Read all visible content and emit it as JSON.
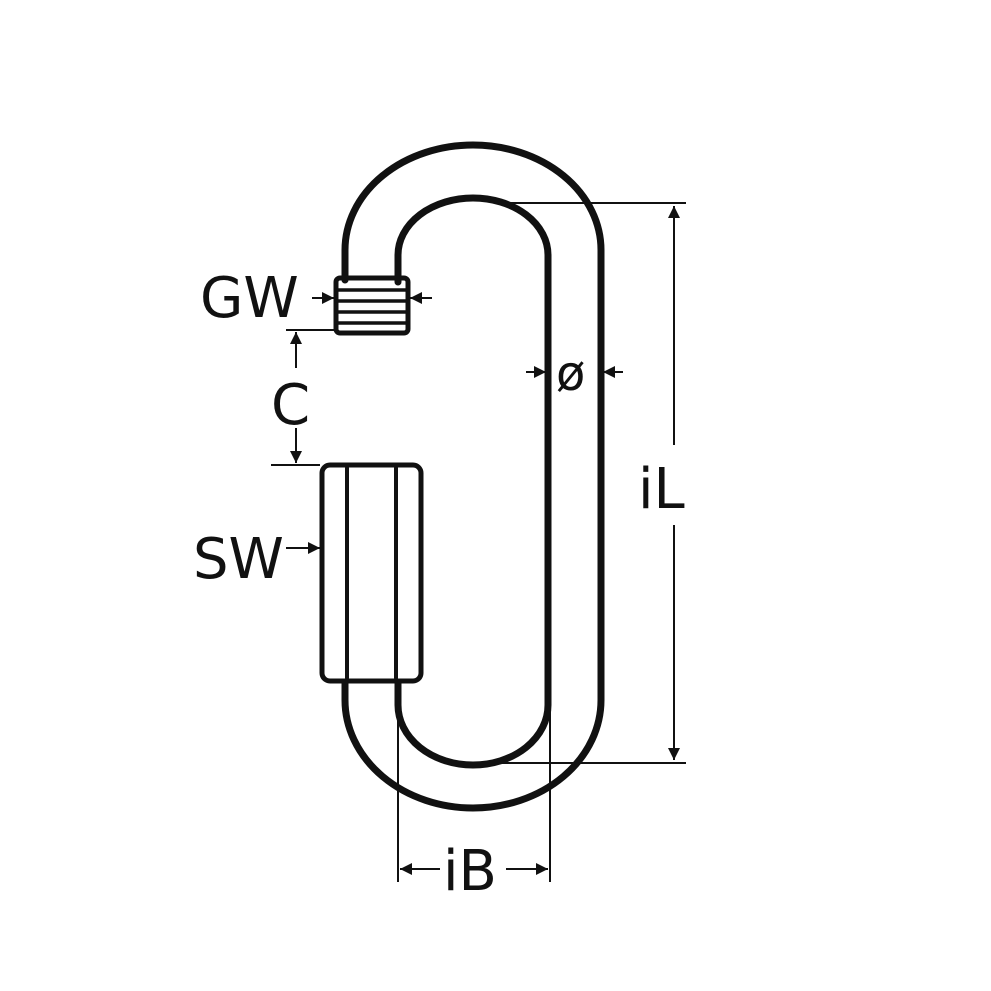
{
  "labels": {
    "gw": "GW",
    "c": "C",
    "sw": "SW",
    "diameter": "ø",
    "il": "iL",
    "ib": "iB"
  },
  "colors": {
    "line": "#111111",
    "background": "#ffffff"
  }
}
